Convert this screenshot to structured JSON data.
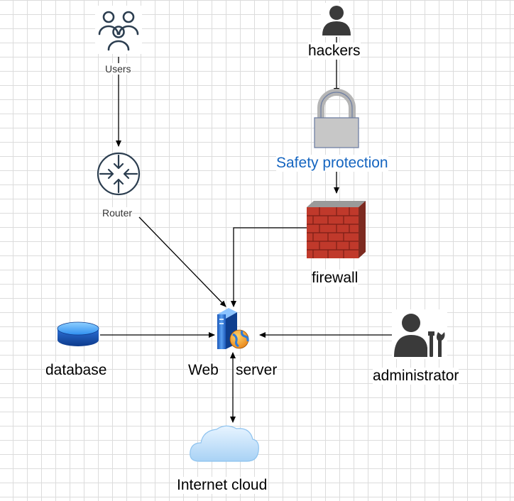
{
  "nodes": {
    "users": {
      "label": "Users",
      "icon": "users-icon"
    },
    "router": {
      "label": "Router",
      "icon": "router-icon"
    },
    "hackers": {
      "label": "hackers",
      "icon": "person-icon"
    },
    "safety": {
      "label": "Safety protection",
      "icon": "padlock-icon",
      "color": "#1565c0"
    },
    "firewall": {
      "label": "firewall",
      "icon": "brick-wall-icon"
    },
    "database": {
      "label": "database",
      "icon": "database-disk-icon"
    },
    "web_server": {
      "label_left": "Web",
      "label_right": "server",
      "icon": "web-server-icon"
    },
    "administrator": {
      "label": "administrator",
      "icon": "admin-tools-icon"
    },
    "cloud": {
      "label": "Internet cloud",
      "icon": "cloud-icon"
    }
  },
  "edges": [
    {
      "from": "Users",
      "to": "Router",
      "style": "arrow"
    },
    {
      "from": "hackers",
      "to": "Safety protection",
      "style": "arrow"
    },
    {
      "from": "Safety protection",
      "to": "firewall",
      "style": "arrow"
    },
    {
      "from": "Router",
      "to": "Web server",
      "style": "arrow"
    },
    {
      "from": "firewall",
      "to": "Web server",
      "style": "arrow"
    },
    {
      "from": "database",
      "to": "Web server",
      "style": "arrow"
    },
    {
      "from": "administrator",
      "to": "Web server",
      "style": "arrow"
    },
    {
      "from": "Web server",
      "to": "Internet cloud",
      "style": "bidirectional"
    }
  ],
  "colors": {
    "grid": "#dcdcdc",
    "label_blue": "#1565c0",
    "icon_dark": "#2c3e50",
    "person": "#3a3a3a",
    "brick": "#c0392b",
    "lock": "#c7c7c7",
    "database": "#1e6fd9",
    "cloud": "#cfe6fb"
  }
}
